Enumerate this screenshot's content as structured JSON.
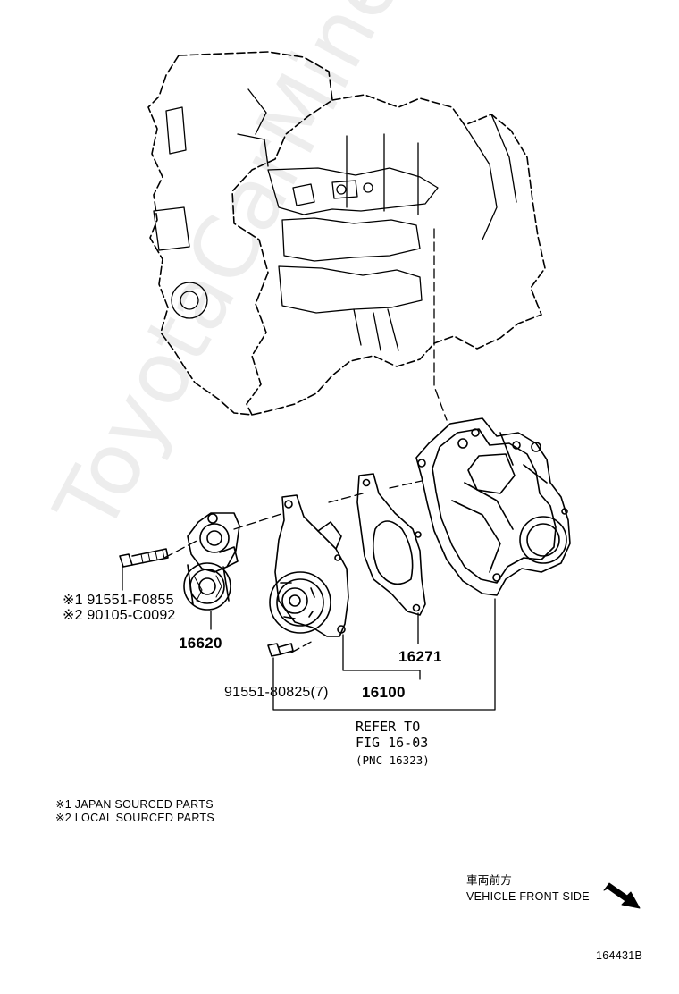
{
  "watermark": "ToyotaCarMine.ru",
  "parts": {
    "bolt_japan": "※1 91551-F0855",
    "bolt_local": "※2 90105-C0092",
    "tensioner": "16620",
    "gasket": "16271",
    "bolt_pump": "91551-80825(7)",
    "water_pump": "16100"
  },
  "reference": {
    "line1": "REFER TO",
    "line2": "FIG 16-03",
    "line3": "(PNC 16323)"
  },
  "legend": {
    "japan": "※1 JAPAN SOURCED PARTS",
    "local": "※2 LOCAL SOURCED PARTS"
  },
  "direction": {
    "japanese": "車両前方",
    "english": "VEHICLE FRONT SIDE"
  },
  "figure_id": "164431B"
}
